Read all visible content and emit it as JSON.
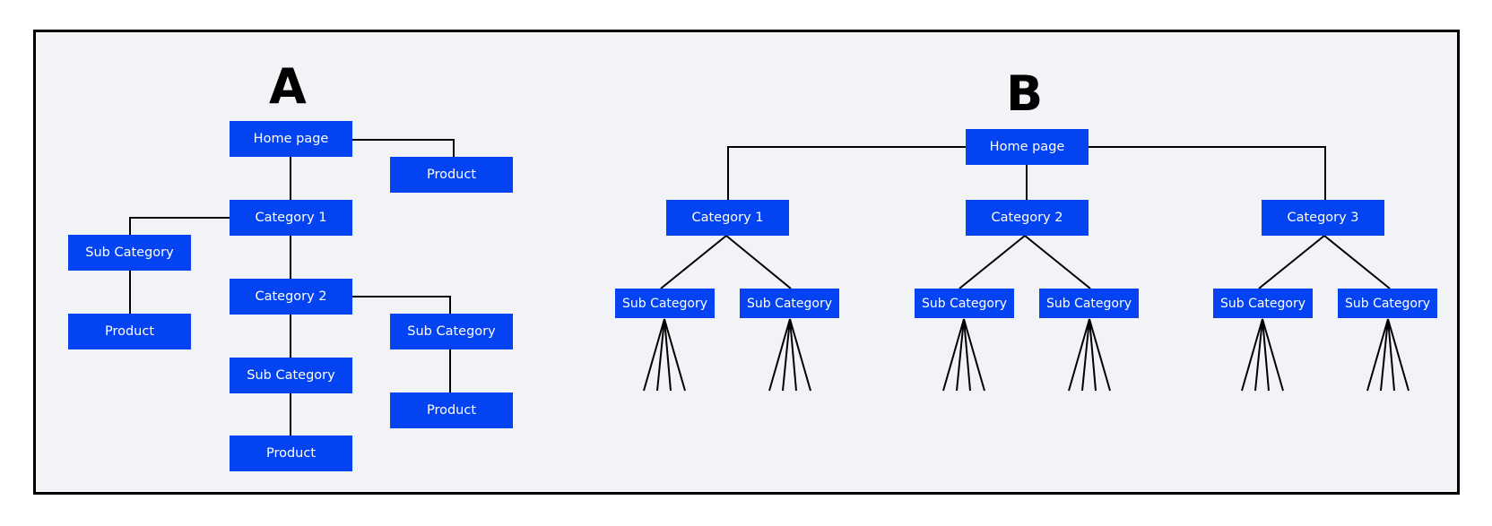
{
  "diagram_a": {
    "title": "A",
    "nodes": {
      "home": "Home page",
      "product_top": "Product",
      "category_1": "Category 1",
      "sub_left": "Sub Category",
      "product_left": "Product",
      "category_2": "Category 2",
      "sub_right": "Sub Category",
      "product_right": "Product",
      "sub_mid": "Sub Category",
      "product_bottom": "Product"
    }
  },
  "diagram_b": {
    "title": "B",
    "home": "Home page",
    "categories": [
      {
        "label": "Category 1",
        "subs": [
          "Sub Category",
          "Sub Category"
        ]
      },
      {
        "label": "Category 2",
        "subs": [
          "Sub Category",
          "Sub Category"
        ]
      },
      {
        "label": "Category 3",
        "subs": [
          "Sub Category",
          "Sub Category"
        ]
      }
    ]
  },
  "colors": {
    "node_fill": "#0443f1",
    "node_text": "#ffffff",
    "background": "#f1f3f7",
    "line": "#000000"
  }
}
